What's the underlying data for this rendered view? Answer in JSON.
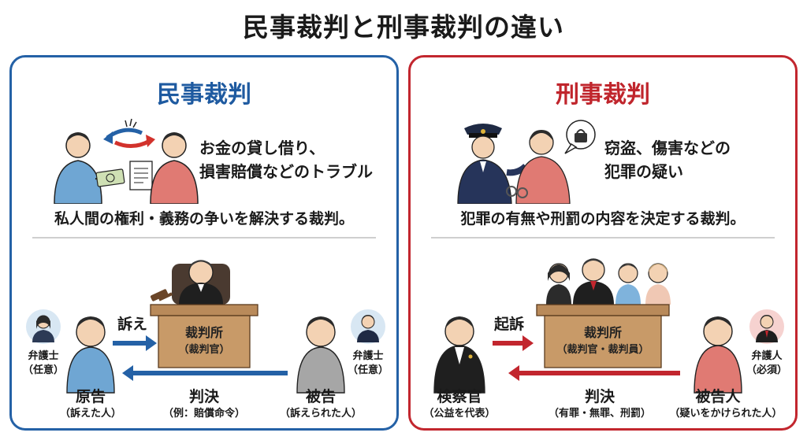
{
  "title": "民事裁判と刑事裁判の違い",
  "civil": {
    "heading": "民事裁判",
    "example_line1": "お金の貸し借り、",
    "example_line2": "損害賠償などのトラブル",
    "definition": "私人間の権利・義務の争いを解決する裁判。",
    "court_name": "裁判所",
    "court_sub": "（裁判官）",
    "arrow_top_label": "訴え",
    "arrow_bottom_label": "判決",
    "arrow_bottom_sub": "（例：賠償命令）",
    "plaintiff_label": "原告",
    "plaintiff_sub": "（訴えた人）",
    "defendant_label": "被告",
    "defendant_sub": "（訴えられた人）",
    "lawyer_left_label": "弁護士",
    "lawyer_left_sub": "（任意）",
    "lawyer_right_label": "弁護士",
    "lawyer_right_sub": "（任意）",
    "accent_color": "#2461a6"
  },
  "criminal": {
    "heading": "刑事裁判",
    "example_line1": "窃盗、傷害などの",
    "example_line2": "犯罪の疑い",
    "definition": "犯罪の有無や刑罰の内容を決定する裁判。",
    "court_name": "裁判所",
    "court_sub": "（裁判官・裁判員）",
    "arrow_top_label": "起訴",
    "arrow_bottom_label": "判決",
    "arrow_bottom_sub": "（有罪・無罪、刑罰）",
    "prosecutor_label": "検察官",
    "prosecutor_sub": "（公益を代表）",
    "defendant_label": "被告人",
    "defendant_sub": "（疑いをかけられた人）",
    "lawyer_label": "弁護人",
    "lawyer_sub": "（必須）",
    "accent_color": "#c2262e"
  }
}
